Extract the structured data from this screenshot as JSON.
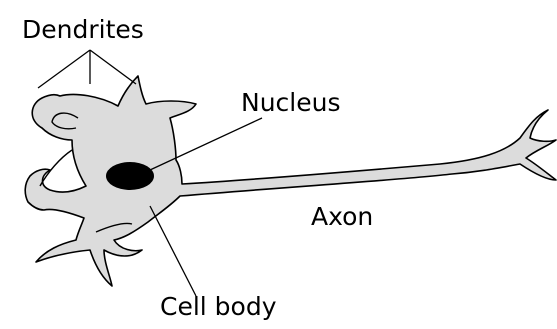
{
  "labels": {
    "dendrites": "Dendrites",
    "nucleus": "Nucleus",
    "axon": "Axon",
    "cell_body": "Cell body"
  },
  "colors": {
    "cell_fill": "#dcdcdc",
    "outline": "#000000",
    "nucleus": "#000000",
    "background": "#ffffff"
  }
}
